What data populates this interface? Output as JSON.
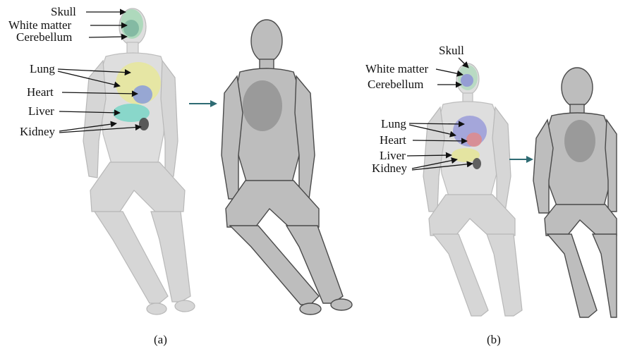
{
  "figure": {
    "panel_a": {
      "caption": "(a)",
      "labels": {
        "skull": "Skull",
        "white_matter": "White matter",
        "cerebellum": "Cerebellum",
        "lung": "Lung",
        "heart": "Heart",
        "liver": "Liver",
        "kidney": "Kidney"
      }
    },
    "panel_b": {
      "caption": "(b)",
      "labels": {
        "skull": "Skull",
        "white_matter": "White matter",
        "cerebellum": "Cerebellum",
        "lung": "Lung",
        "heart": "Heart",
        "liver": "Liver",
        "kidney": "Kidney"
      }
    },
    "colors": {
      "arrow": "#2e6b73",
      "skull": "#a9d8b8",
      "brain": "#7fb6a0",
      "lung": "#e8e89a",
      "heart": "#8ea0d8",
      "liver": "#7fd6c8",
      "kidney": "#4a4a4a",
      "lung_b": "#8c8fd8",
      "heart_b": "#e08a8a",
      "liver_b": "#e4e49a"
    }
  }
}
